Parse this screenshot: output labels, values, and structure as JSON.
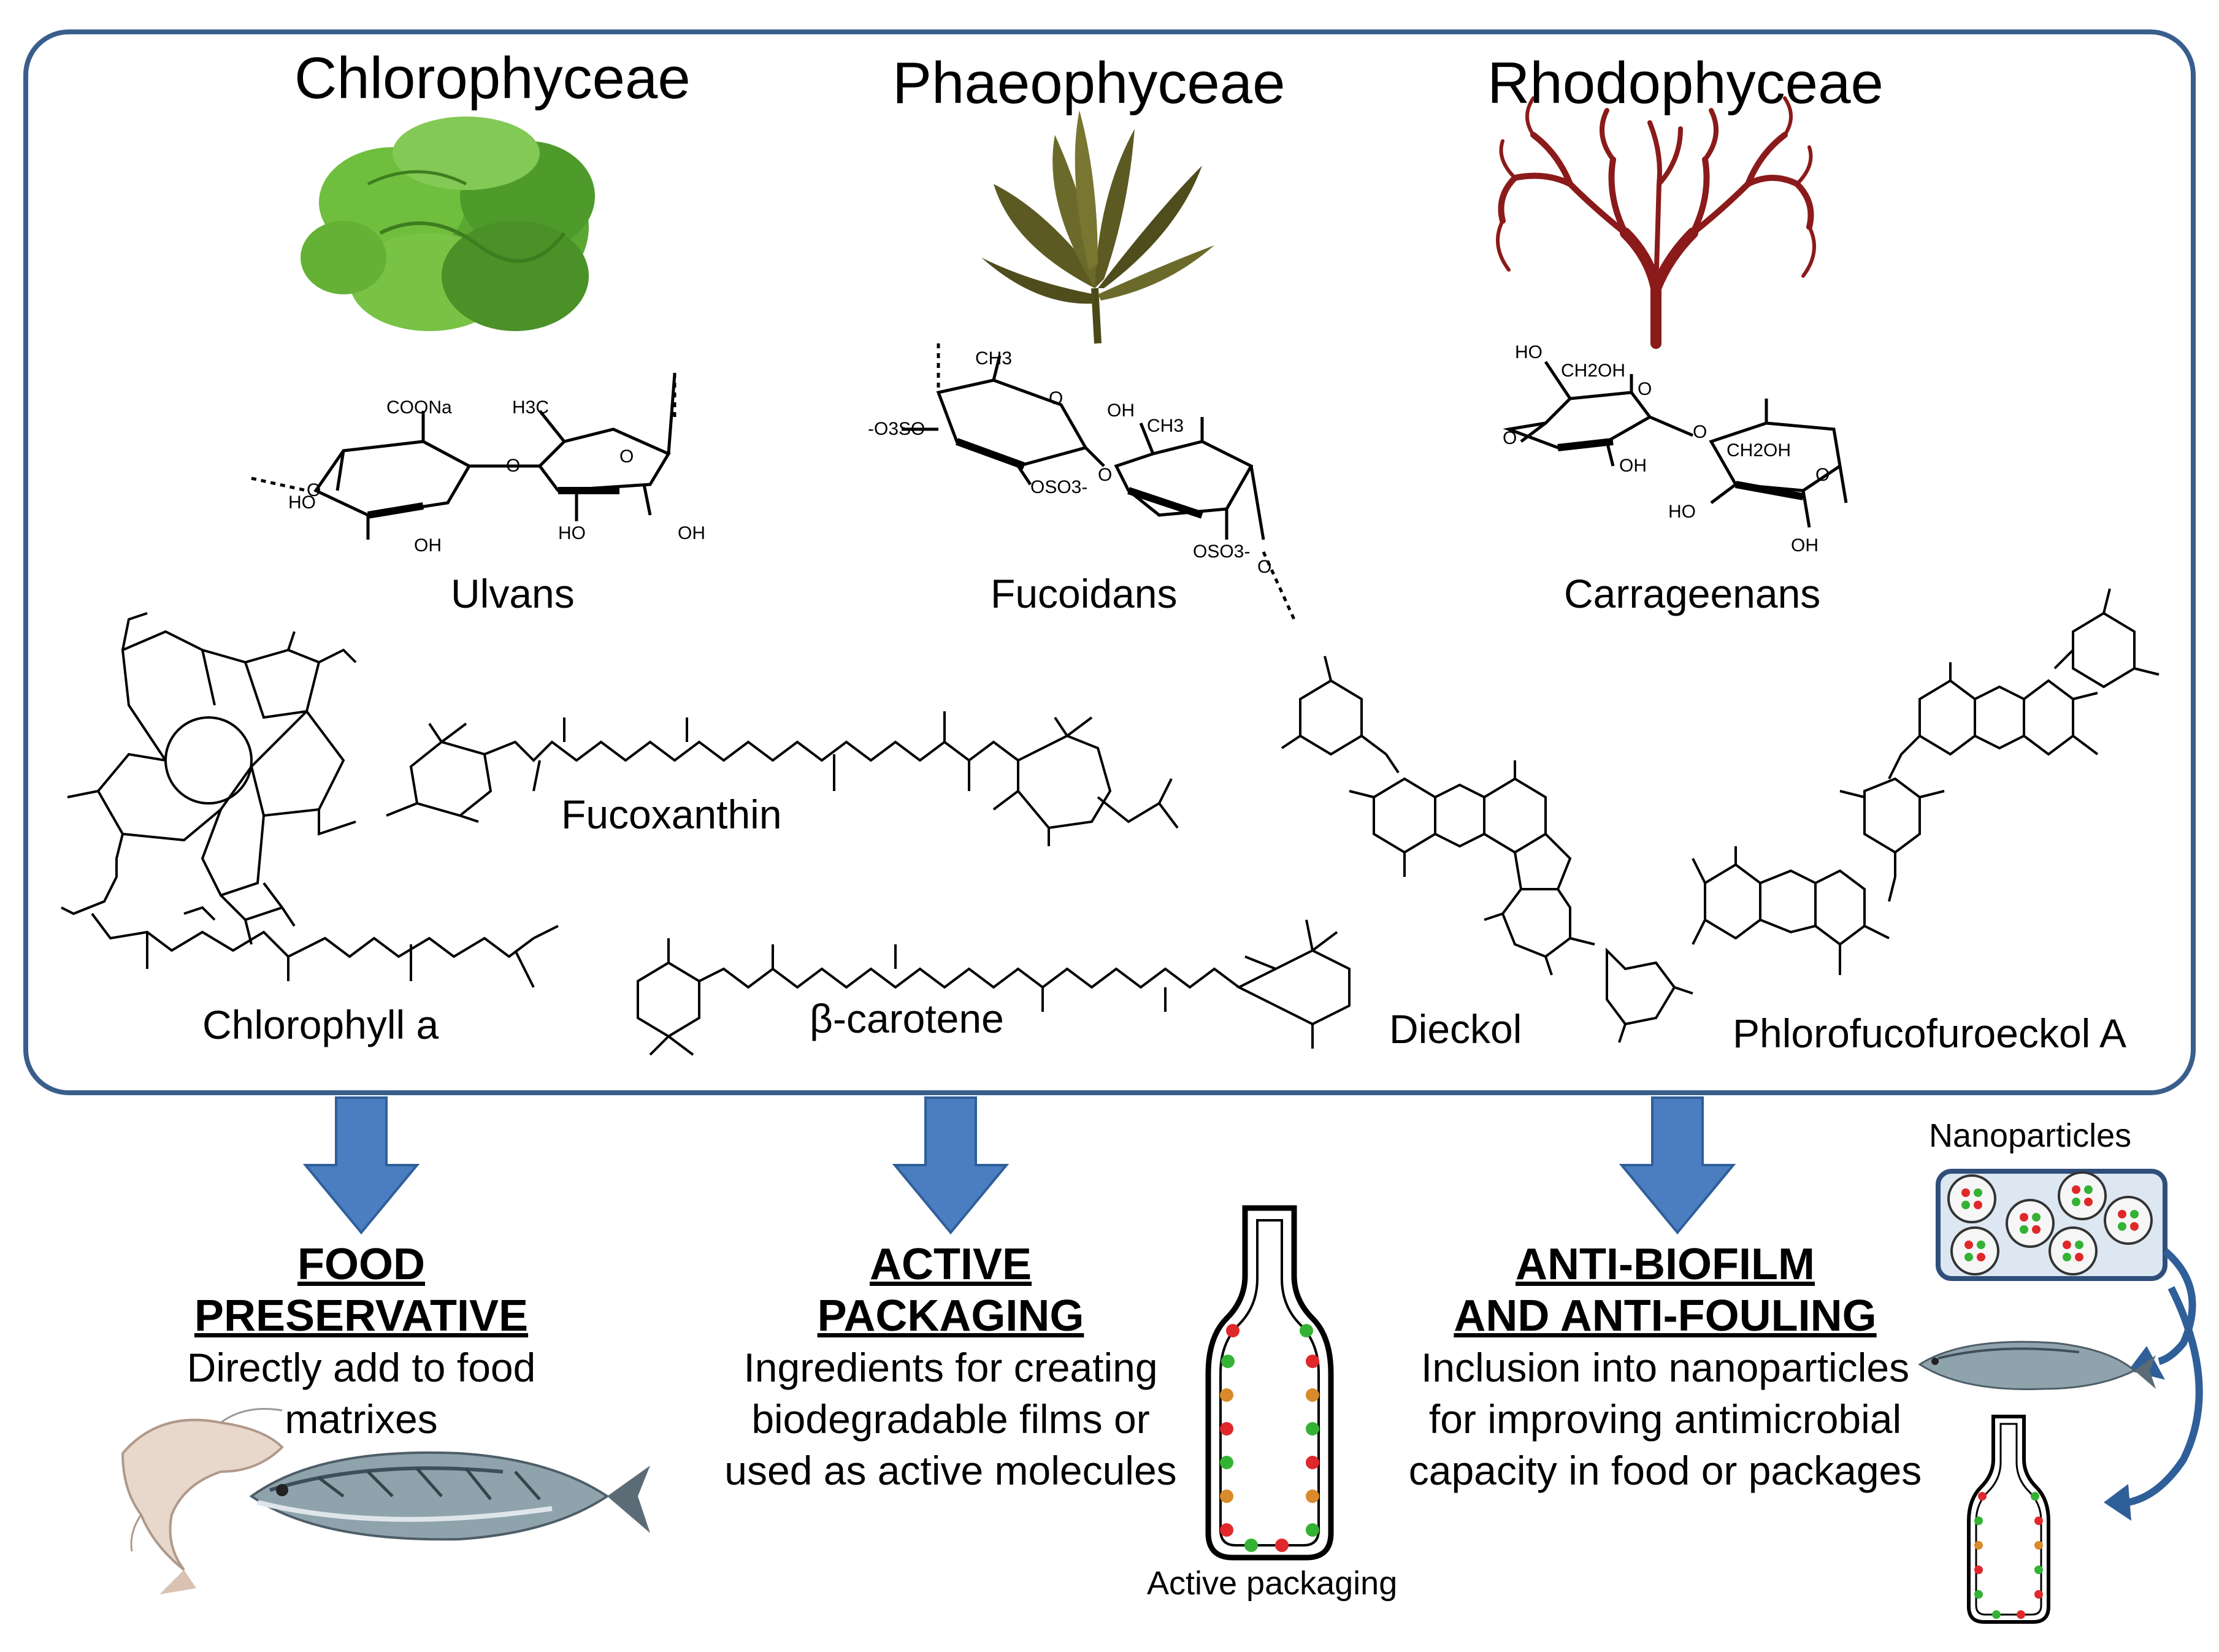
{
  "groups": [
    {
      "name": "Chlorophyceae"
    },
    {
      "name": "Phaeophyceae"
    },
    {
      "name": "Rhodophyceae"
    }
  ],
  "polysaccharides": [
    "Ulvans",
    "Fucoidans",
    "Carrageenans"
  ],
  "compounds": [
    "Fucoxanthin",
    "Chlorophyll a",
    "β-carotene",
    "Dieckol",
    "Phlorofucofuroeckol A"
  ],
  "atom_labels": {
    "ulvan": [
      "COONa",
      "H3C",
      "HO",
      "OH",
      "HO",
      "OH",
      "O",
      "O",
      "O"
    ],
    "fucoidan": [
      "CH3",
      "-O3SO",
      "OSO3-",
      "OH",
      "CH3",
      "OSO3-",
      "O",
      "O",
      "O"
    ],
    "carrageenan": [
      "HO",
      "CH2OH",
      "OH",
      "CH2OH",
      "HO",
      "OH",
      "O",
      "O",
      "O",
      "O"
    ]
  },
  "applications": [
    {
      "title_lines": [
        "FOOD",
        "PRESERVATIVE"
      ],
      "desc_lines": [
        "Directly add to food",
        "matrixes"
      ]
    },
    {
      "title_lines": [
        "ACTIVE",
        "PACKAGING"
      ],
      "desc_lines": [
        "Ingredients for creating",
        "biodegradable films or",
        "used as active molecules"
      ]
    },
    {
      "title_lines": [
        "ANTI-BIOFILM",
        "AND ANTI-FOULING"
      ],
      "desc_lines": [
        "Inclusion into nanoparticles",
        "for improving antimicrobial",
        "capacity in food or packages"
      ]
    }
  ],
  "labels": {
    "nanoparticles": "Nanoparticles",
    "active_packaging": "Active packaging"
  },
  "colors": {
    "panel_border": "#3a5e8c",
    "arrow_fill": "#4a7ec0",
    "arrow_stroke": "#2f5f99",
    "ulva_green": "#5aa832",
    "kelp_brown": "#5c5a22",
    "red_algae": "#8b1a1a",
    "dot_red": "#e0282a",
    "dot_green": "#34b234",
    "dot_orange": "#d98a2a"
  }
}
